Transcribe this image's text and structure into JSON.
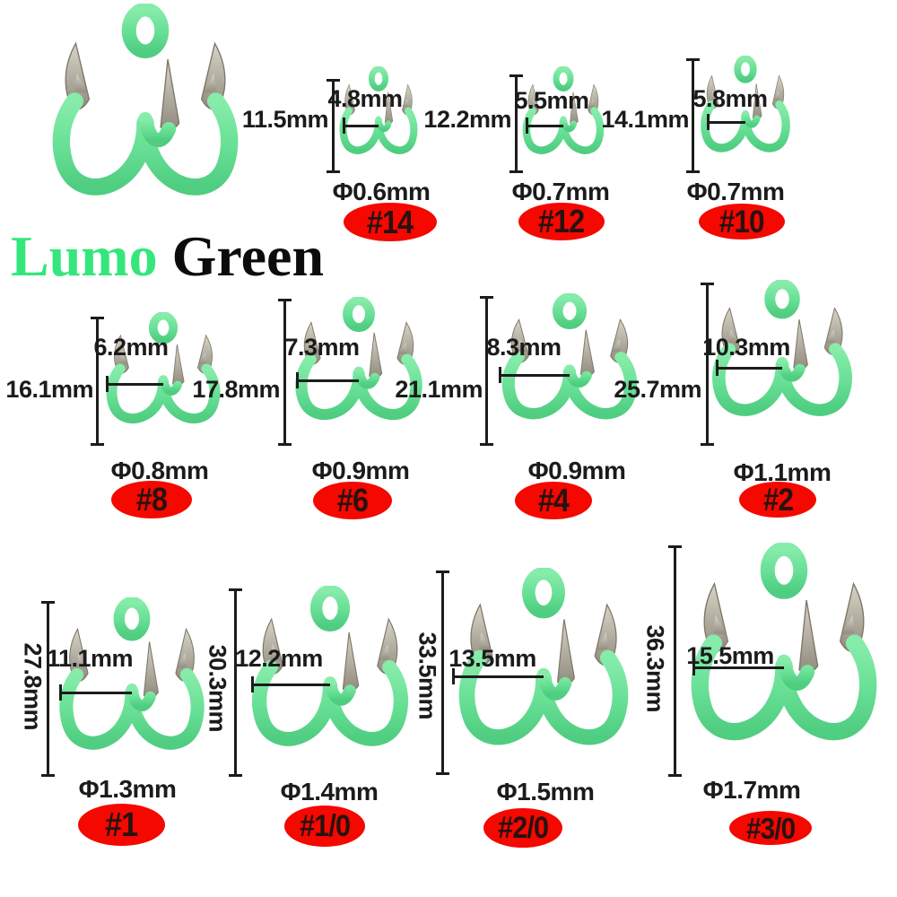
{
  "title": {
    "word1": "Lumo",
    "word2": "Green"
  },
  "colors": {
    "title_green": "#35e67c",
    "title_black": "#0c0c0c",
    "hook_green_light": "#87ecaa",
    "hook_green_dark": "#4fcd80",
    "steel_light": "#d8d4c8",
    "steel_dark": "#8f8a7c",
    "badge_red": "#f40800",
    "badge_text": "#27120f",
    "dim_line": "#1c1c1c"
  },
  "hooks": [
    {
      "size": "#14",
      "height": "11.5mm",
      "width": "4.8mm",
      "diameter": "Φ0.6mm"
    },
    {
      "size": "#12",
      "height": "12.2mm",
      "width": "5.5mm",
      "diameter": "Φ0.7mm"
    },
    {
      "size": "#10",
      "height": "14.1mm",
      "width": "5.8mm",
      "diameter": "Φ0.7mm"
    },
    {
      "size": "#8",
      "height": "16.1mm",
      "width": "6.2mm",
      "diameter": "Φ0.8mm"
    },
    {
      "size": "#6",
      "height": "17.8mm",
      "width": "7.3mm",
      "diameter": "Φ0.9mm"
    },
    {
      "size": "#4",
      "height": "21.1mm",
      "width": "8.3mm",
      "diameter": "Φ0.9mm"
    },
    {
      "size": "#2",
      "height": "25.7mm",
      "width": "10.3mm",
      "diameter": "Φ1.1mm"
    },
    {
      "size": "#1",
      "height": "27.8mm",
      "width": "11.1mm",
      "diameter": "Φ1.3mm"
    },
    {
      "size": "#1/0",
      "height": "30.3mm",
      "width": "12.2mm",
      "diameter": "Φ1.4mm"
    },
    {
      "size": "#2/0",
      "height": "33.5mm",
      "width": "13.5mm",
      "diameter": "Φ1.5mm"
    },
    {
      "size": "#3/0",
      "height": "36.3mm",
      "width": "15.5mm",
      "diameter": "Φ1.7mm"
    }
  ]
}
